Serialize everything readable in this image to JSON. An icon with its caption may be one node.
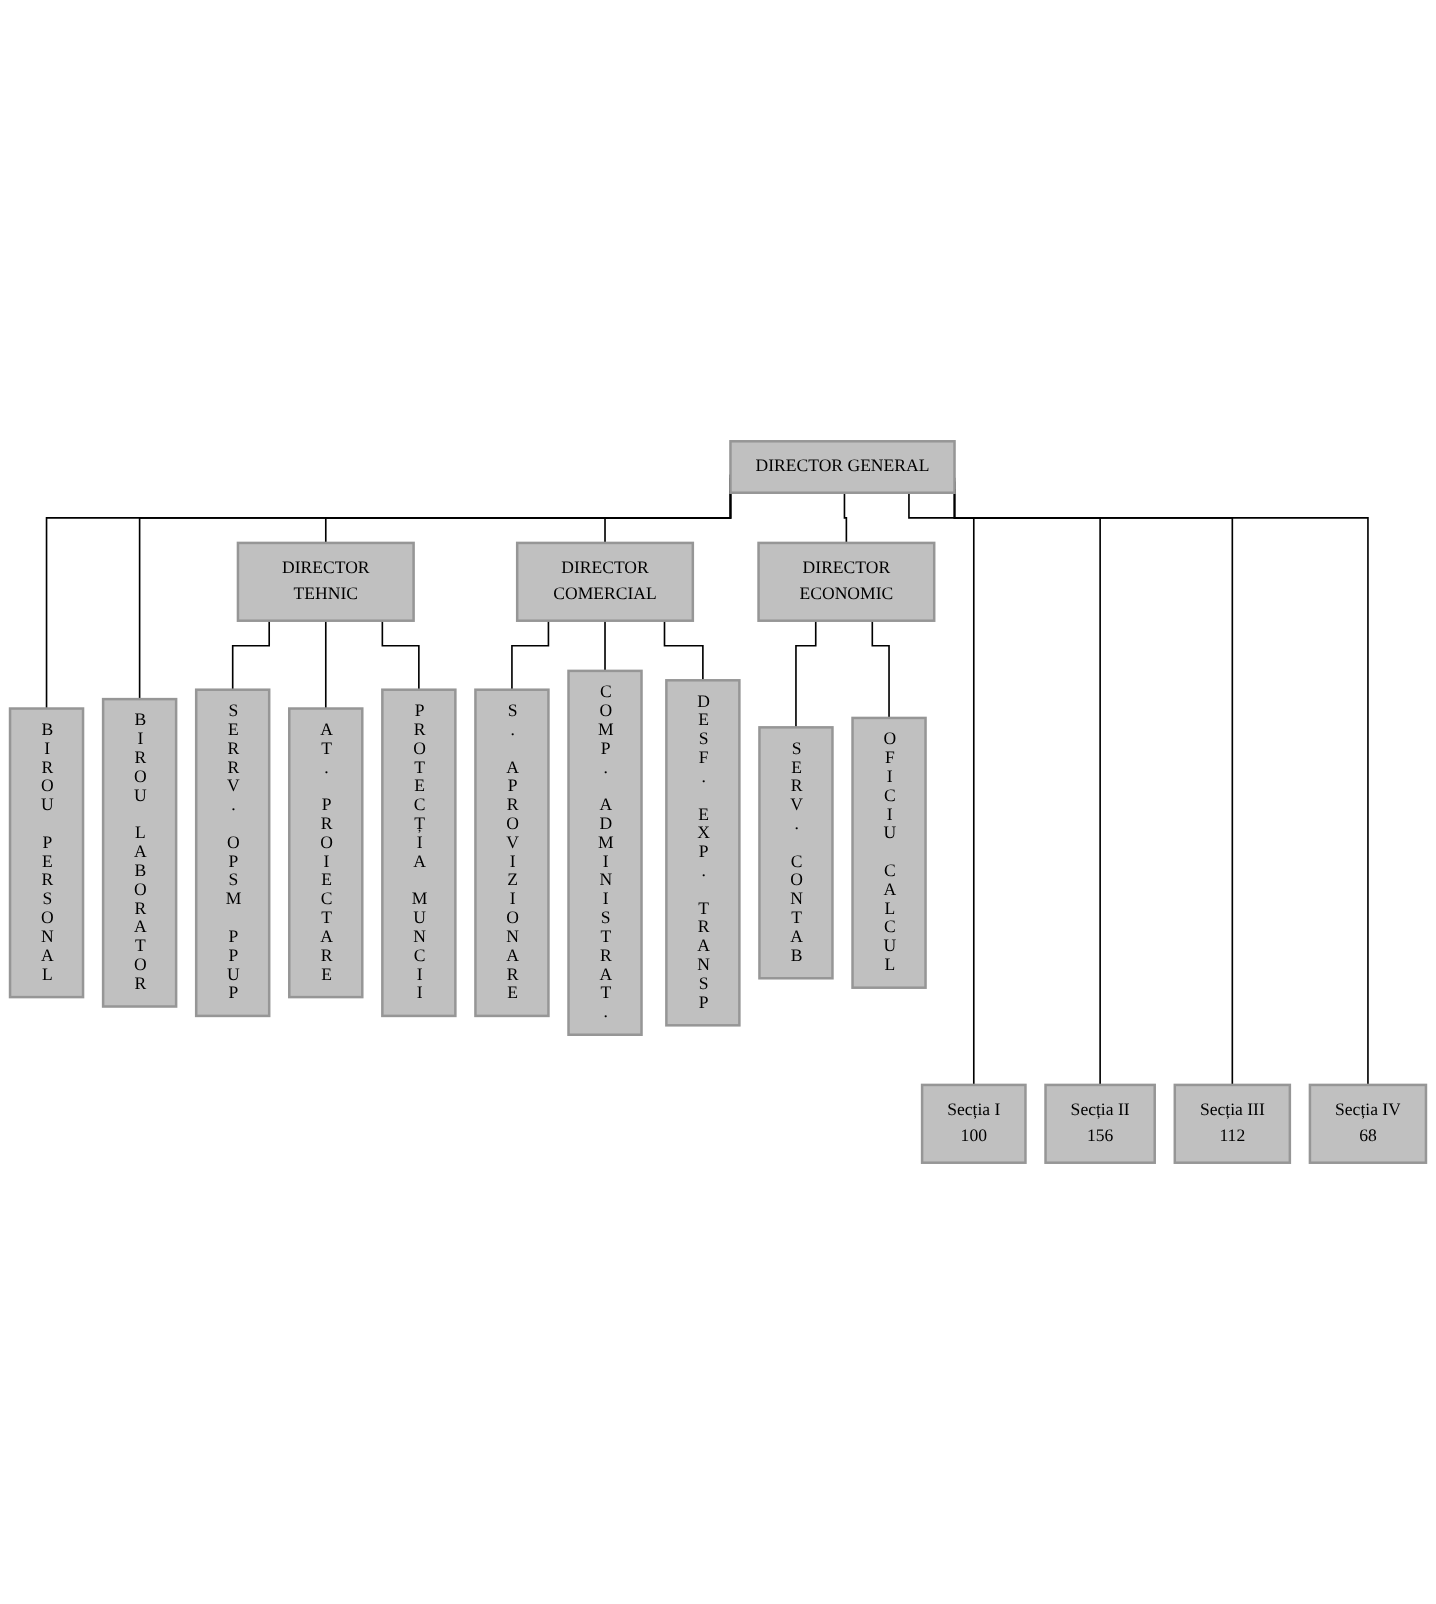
{
  "diagram": {
    "nodes": [
      {
        "text": [
          "DIRECTOR GENERAL"
        ]
      },
      {
        "text": [
          "DIRECTOR TEHNIC"
        ]
      },
      {
        "text": [
          "DIRECTOR COMERCIAL"
        ]
      },
      {
        "text": [
          "DIRECTOR ECONOMIC"
        ]
      },
      {
        "text": [
          "BIROU PERSONAL"
        ]
      },
      {
        "text": [
          "BIROU LABORATOR"
        ]
      },
      {
        "text": [
          "SERRV. OPSM PPUP"
        ]
      },
      {
        "text": [
          "AT. PROIECTARE"
        ]
      },
      {
        "text": [
          "PROTECȚIA MUNCII"
        ]
      },
      {
        "text": [
          "S. APROVIZIONARE"
        ]
      },
      {
        "text": [
          "COMP. ADMINISTRAT."
        ]
      },
      {
        "text": [
          "DESF. EXP. TRANSP"
        ]
      },
      {
        "text": [
          "SERV. CONTAB"
        ]
      },
      {
        "text": [
          "OFICIU CALCUL"
        ]
      },
      {
        "text": [
          "Secția I",
          "100"
        ]
      },
      {
        "text": [
          "Secția II",
          "156"
        ]
      },
      {
        "text": [
          "Secția III",
          "112"
        ]
      },
      {
        "text": [
          "Secția IV",
          "68"
        ]
      }
    ],
    "edges": [
      {
        "from": 0,
        "to": 4,
        "arrow": "none"
      },
      {
        "from": 0,
        "to": 5,
        "arrow": "none"
      },
      {
        "from": 0,
        "to": 1,
        "arrow": "none"
      },
      {
        "from": 1,
        "to": 6,
        "arrow": "none"
      },
      {
        "from": 1,
        "to": 7,
        "arrow": "none"
      },
      {
        "from": 1,
        "to": 8,
        "arrow": "none"
      },
      {
        "from": 0,
        "to": 14,
        "arrow": "none"
      },
      {
        "from": 0,
        "to": 15,
        "arrow": "none"
      },
      {
        "from": 0,
        "to": 16,
        "arrow": "none"
      },
      {
        "from": 0,
        "to": 17,
        "arrow": "none"
      },
      {
        "from": 0,
        "to": 2,
        "arrow": "none"
      },
      {
        "from": 2,
        "to": 9,
        "arrow": "none"
      },
      {
        "from": 2,
        "to": 10,
        "arrow": "none"
      },
      {
        "from": 2,
        "to": 11,
        "arrow": "none"
      },
      {
        "from": 0,
        "to": 3,
        "arrow": "none"
      },
      {
        "from": 3,
        "to": 12,
        "arrow": "none"
      },
      {
        "from": 3,
        "to": 13,
        "arrow": "none"
      }
    ]
  }
}
